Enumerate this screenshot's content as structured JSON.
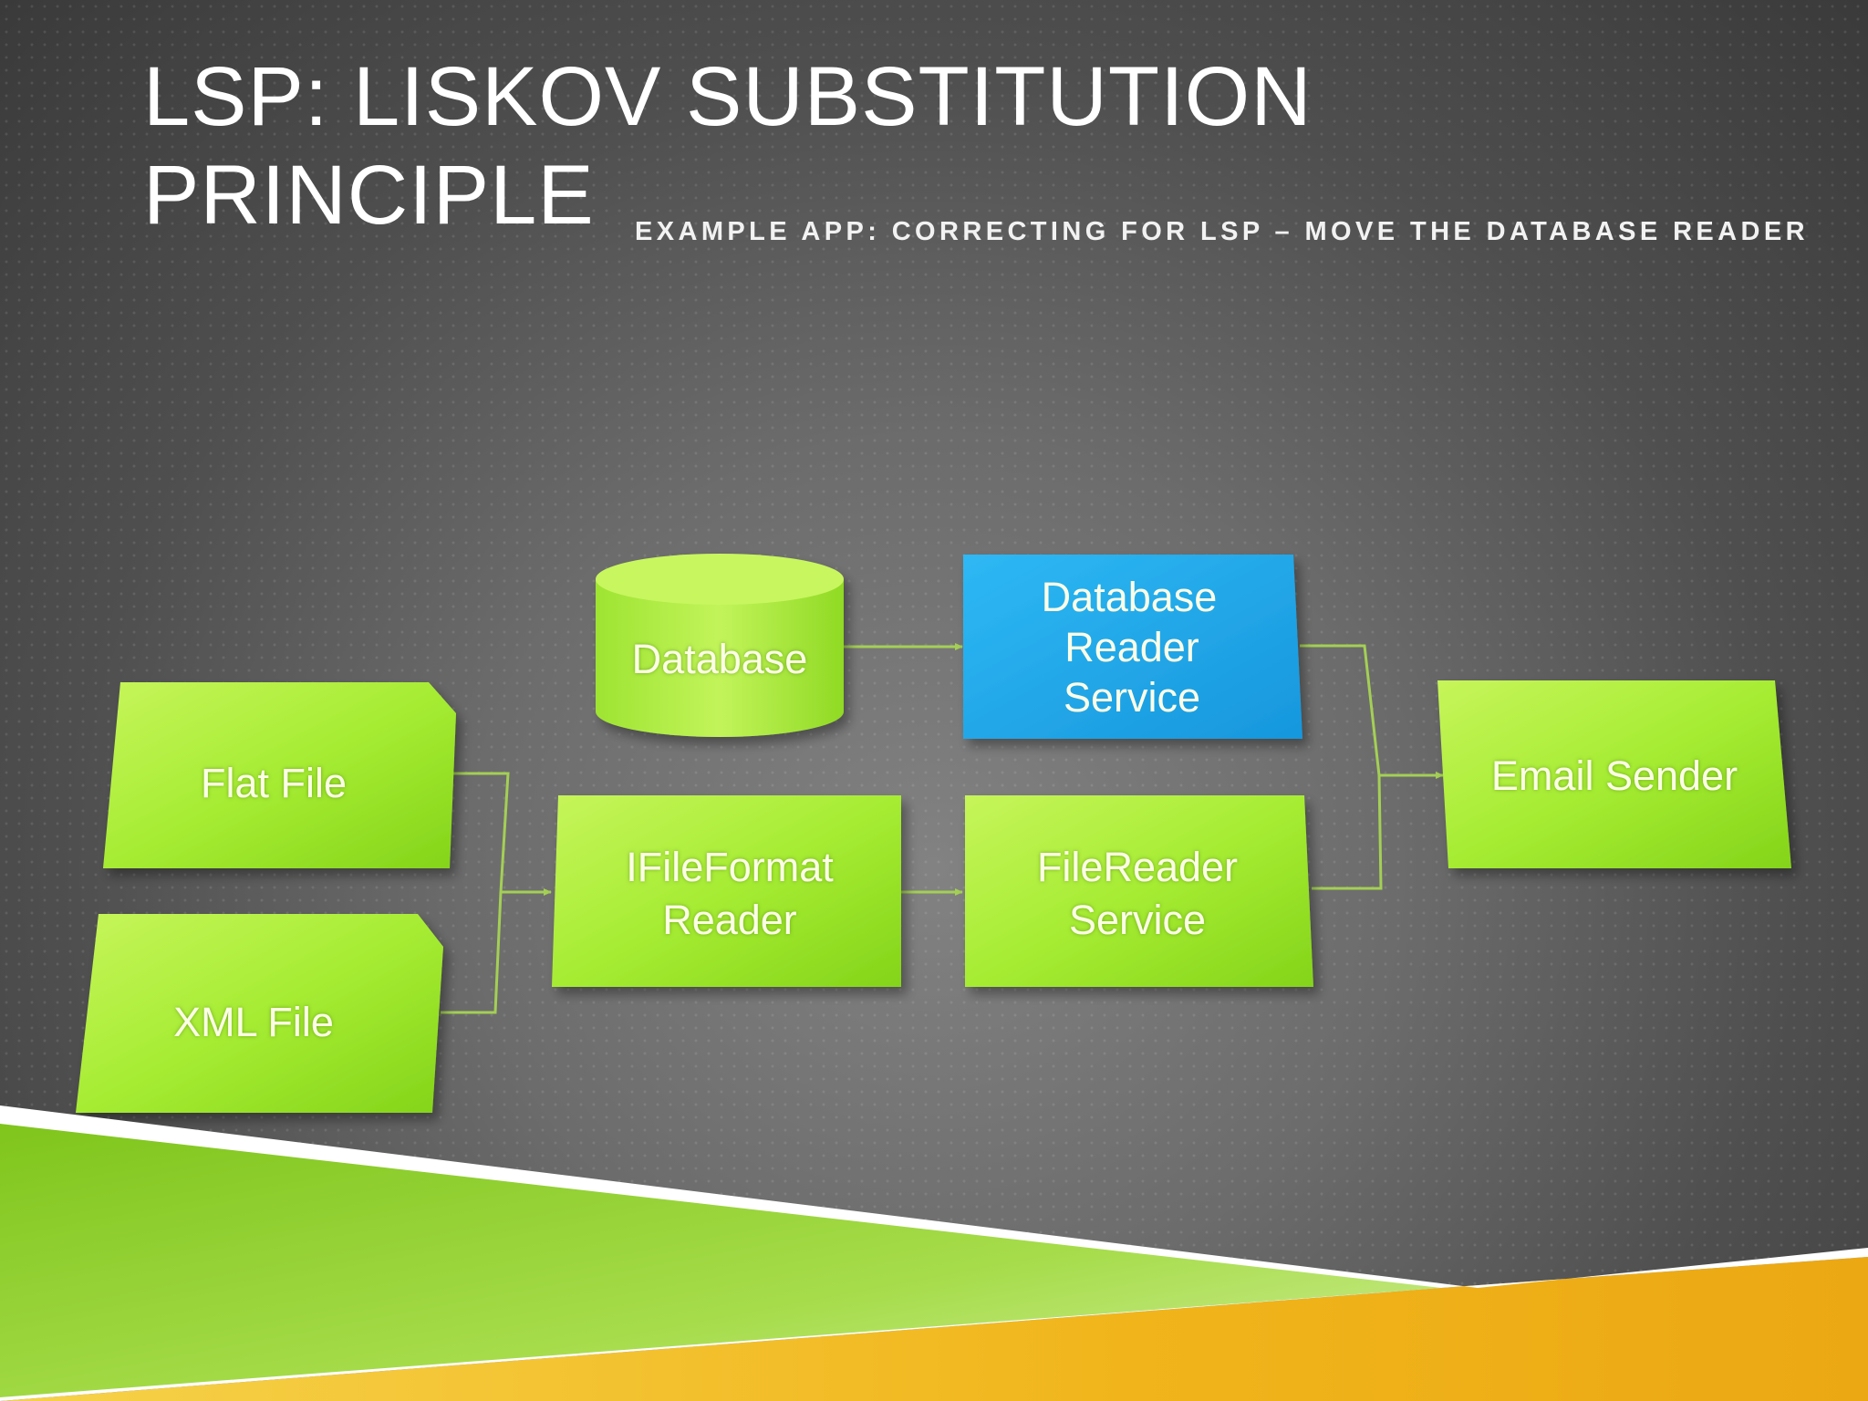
{
  "slide": {
    "title_line1": "LSP: LISKOV SUBSTITUTION",
    "title_line2": "PRINCIPLE",
    "subtitle": "EXAMPLE APP: CORRECTING FOR LSP – MOVE THE DATABASE READER"
  },
  "diagram": {
    "nodes": {
      "database": {
        "line1": "Database"
      },
      "db_reader_service": {
        "line1": "Database",
        "line2": "Reader",
        "line3": "Service"
      },
      "flat_file": {
        "line1": "Flat File"
      },
      "xml_file": {
        "line1": "XML File"
      },
      "ifileformat_reader": {
        "line1": "IFileFormat",
        "line2": "Reader"
      },
      "filereader_service": {
        "line1": "FileReader",
        "line2": "Service"
      },
      "email_sender": {
        "line1": "Email Sender"
      }
    },
    "edges": [
      {
        "from": "Database",
        "to": "Database Reader Service"
      },
      {
        "from": "Flat File",
        "to": "IFileFormat Reader"
      },
      {
        "from": "XML File",
        "to": "IFileFormat Reader"
      },
      {
        "from": "IFileFormat Reader",
        "to": "FileReader Service"
      },
      {
        "from": "Database Reader Service",
        "to": "Email Sender"
      },
      {
        "from": "FileReader Service",
        "to": "Email Sender"
      }
    ],
    "colors": {
      "green_light": "#b4f23e",
      "green_dark": "#86d81a",
      "blue": "#1ea8e8",
      "connector": "#a4cf55"
    }
  },
  "decoration": {
    "ribbon_green": "#8ecd2c",
    "ribbon_yellow": "#f1b51b"
  }
}
